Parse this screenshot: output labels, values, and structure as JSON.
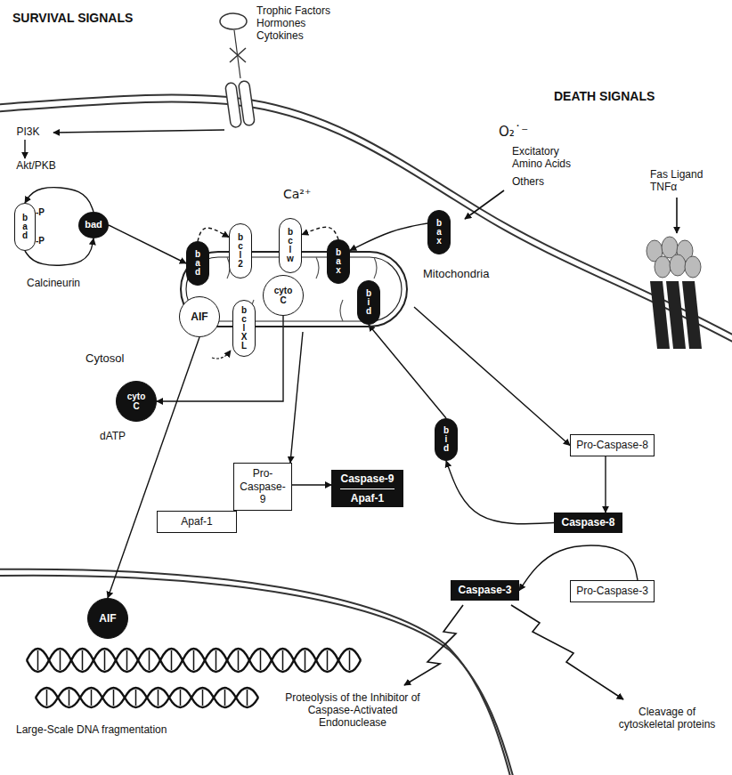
{
  "diagram": {
    "nodes": [
      {
        "text": [
          "PI3K"
        ]
      },
      {
        "text": [
          "Akt/PKB"
        ]
      },
      {
        "text": [
          "bad",
          "-P",
          "-P"
        ]
      },
      {
        "text": [
          "bad"
        ]
      },
      {
        "text": [
          "Mitochondria"
        ]
      },
      {
        "text": [
          "bad"
        ],
        "in": 4
      },
      {
        "text": [
          "bcl2"
        ],
        "in": 4
      },
      {
        "text": [
          "bclw"
        ],
        "in": 4
      },
      {
        "text": [
          "bax"
        ],
        "in": 4
      },
      {
        "text": [
          "bid"
        ],
        "in": 4
      },
      {
        "text": [
          "AIF"
        ],
        "in": 4
      },
      {
        "text": [
          "bclXL"
        ],
        "in": 4
      },
      {
        "text": [
          "cyto C"
        ],
        "in": 4
      },
      {
        "text": [
          "bax"
        ]
      },
      {
        "text": [
          "Pro-Caspase-8"
        ]
      },
      {
        "text": [
          "bid"
        ]
      },
      {
        "text": [
          "cyto C"
        ]
      },
      {
        "text": [
          "Pro-Caspase-9"
        ]
      },
      {
        "text": [
          "Apaf-1"
        ]
      },
      {
        "text": [
          "Caspase-9",
          "Apaf-1"
        ]
      },
      {
        "text": [
          "Caspase-8"
        ]
      },
      {
        "text": [
          "AIF"
        ]
      },
      {
        "text": [
          "Caspase-3"
        ]
      },
      {
        "text": [
          "Pro-Caspase-3"
        ]
      }
    ],
    "edges": [
      {
        "from": 0,
        "to": 1,
        "arrow": "to"
      },
      {
        "from": 3,
        "to": 2,
        "arrow": "to"
      },
      {
        "from": 2,
        "to": 3,
        "arrow": "to"
      },
      {
        "from": 3,
        "to": 5,
        "arrow": "to"
      },
      {
        "from": 5,
        "to": 6,
        "arrow": "to"
      },
      {
        "from": 8,
        "to": 7,
        "arrow": "to"
      },
      {
        "from": 13,
        "to": 8,
        "arrow": "to"
      },
      {
        "from": 12,
        "to": 16,
        "arrow": "to"
      },
      {
        "from": 4,
        "to": 17,
        "arrow": "to"
      },
      {
        "from": 4,
        "to": 14,
        "arrow": "to"
      },
      {
        "from": 14,
        "to": 20,
        "arrow": "to"
      },
      {
        "from": 20,
        "to": 15,
        "arrow": "to"
      },
      {
        "from": 15,
        "to": 9,
        "arrow": "to"
      },
      {
        "from": 17,
        "to": 19,
        "arrow": "to"
      },
      {
        "from": 10,
        "to": 21,
        "arrow": "to"
      },
      {
        "from": 23,
        "to": 22,
        "arrow": "to"
      }
    ],
    "labels": [
      "SURVIVAL SIGNALS",
      "Trophic Factors Hormones Cytokines",
      "DEATH SIGNALS",
      "O₂˙⁻",
      "Excitatory Amino Acids",
      "Others",
      "Fas Ligand TNFα",
      "Ca²⁺",
      "Calcineurin",
      "Cytosol",
      "dATP",
      "Large-Scale DNA fragmentation",
      "Proteolysis of the Inhibitor of Caspase-Activated Endonuclease",
      "Cleavage of cytoskeletal proteins"
    ]
  }
}
